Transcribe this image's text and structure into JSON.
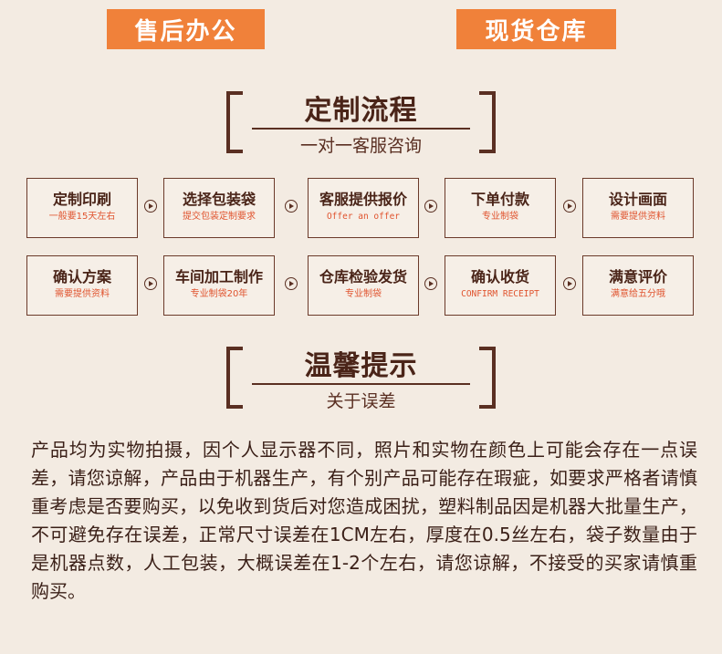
{
  "top_buttons": {
    "left": "售后办公",
    "right": "现货仓库"
  },
  "process_section": {
    "title": "定制流程",
    "subtitle": "一对一客服咨询"
  },
  "flow_rows": [
    [
      {
        "title": "定制印刷",
        "sub": "一般要15天左右"
      },
      {
        "title": "选择包装袋",
        "sub": "提交包装定制要求"
      },
      {
        "title": "客服提供报价",
        "sub": "Offer an offer"
      },
      {
        "title": "下单付款",
        "sub": "专业制袋"
      },
      {
        "title": "设计画面",
        "sub": "需要提供资料"
      }
    ],
    [
      {
        "title": "确认方案",
        "sub": "需要提供资料"
      },
      {
        "title": "车间加工制作",
        "sub": "专业制袋20年"
      },
      {
        "title": "仓库检验发货",
        "sub": "专业制袋"
      },
      {
        "title": "确认收货",
        "sub": "CONFIRM RECEIPT"
      },
      {
        "title": "满意评价",
        "sub": "满意给五分哦"
      }
    ]
  ],
  "tips_section": {
    "title": "温馨提示",
    "subtitle": "关于误差"
  },
  "note_text": "产品均为实物拍摄，因个人显示器不同，照片和实物在颜色上可能会存在一点误差，请您谅解，产品由于机器生产，有个别产品可能存在瑕疵，如要求严格者请慎重考虑是否要购买，以免收到货后对您造成困扰，塑料制品因是机器大批量生产，不可避免存在误差，正常尺寸误差在1CM左右，厚度在0.5丝左右，袋子数量由于是机器点数，人工包装，大概误差在1-2个左右，请您谅解，不接受的买家请慎重购买。",
  "colors": {
    "accent": "#f0813a",
    "text_dark": "#5a2f22",
    "sub_red": "#e0542f",
    "background": "#f3ebe2"
  },
  "icons": {
    "flow_arrow": "circle-arrow-right-icon"
  }
}
